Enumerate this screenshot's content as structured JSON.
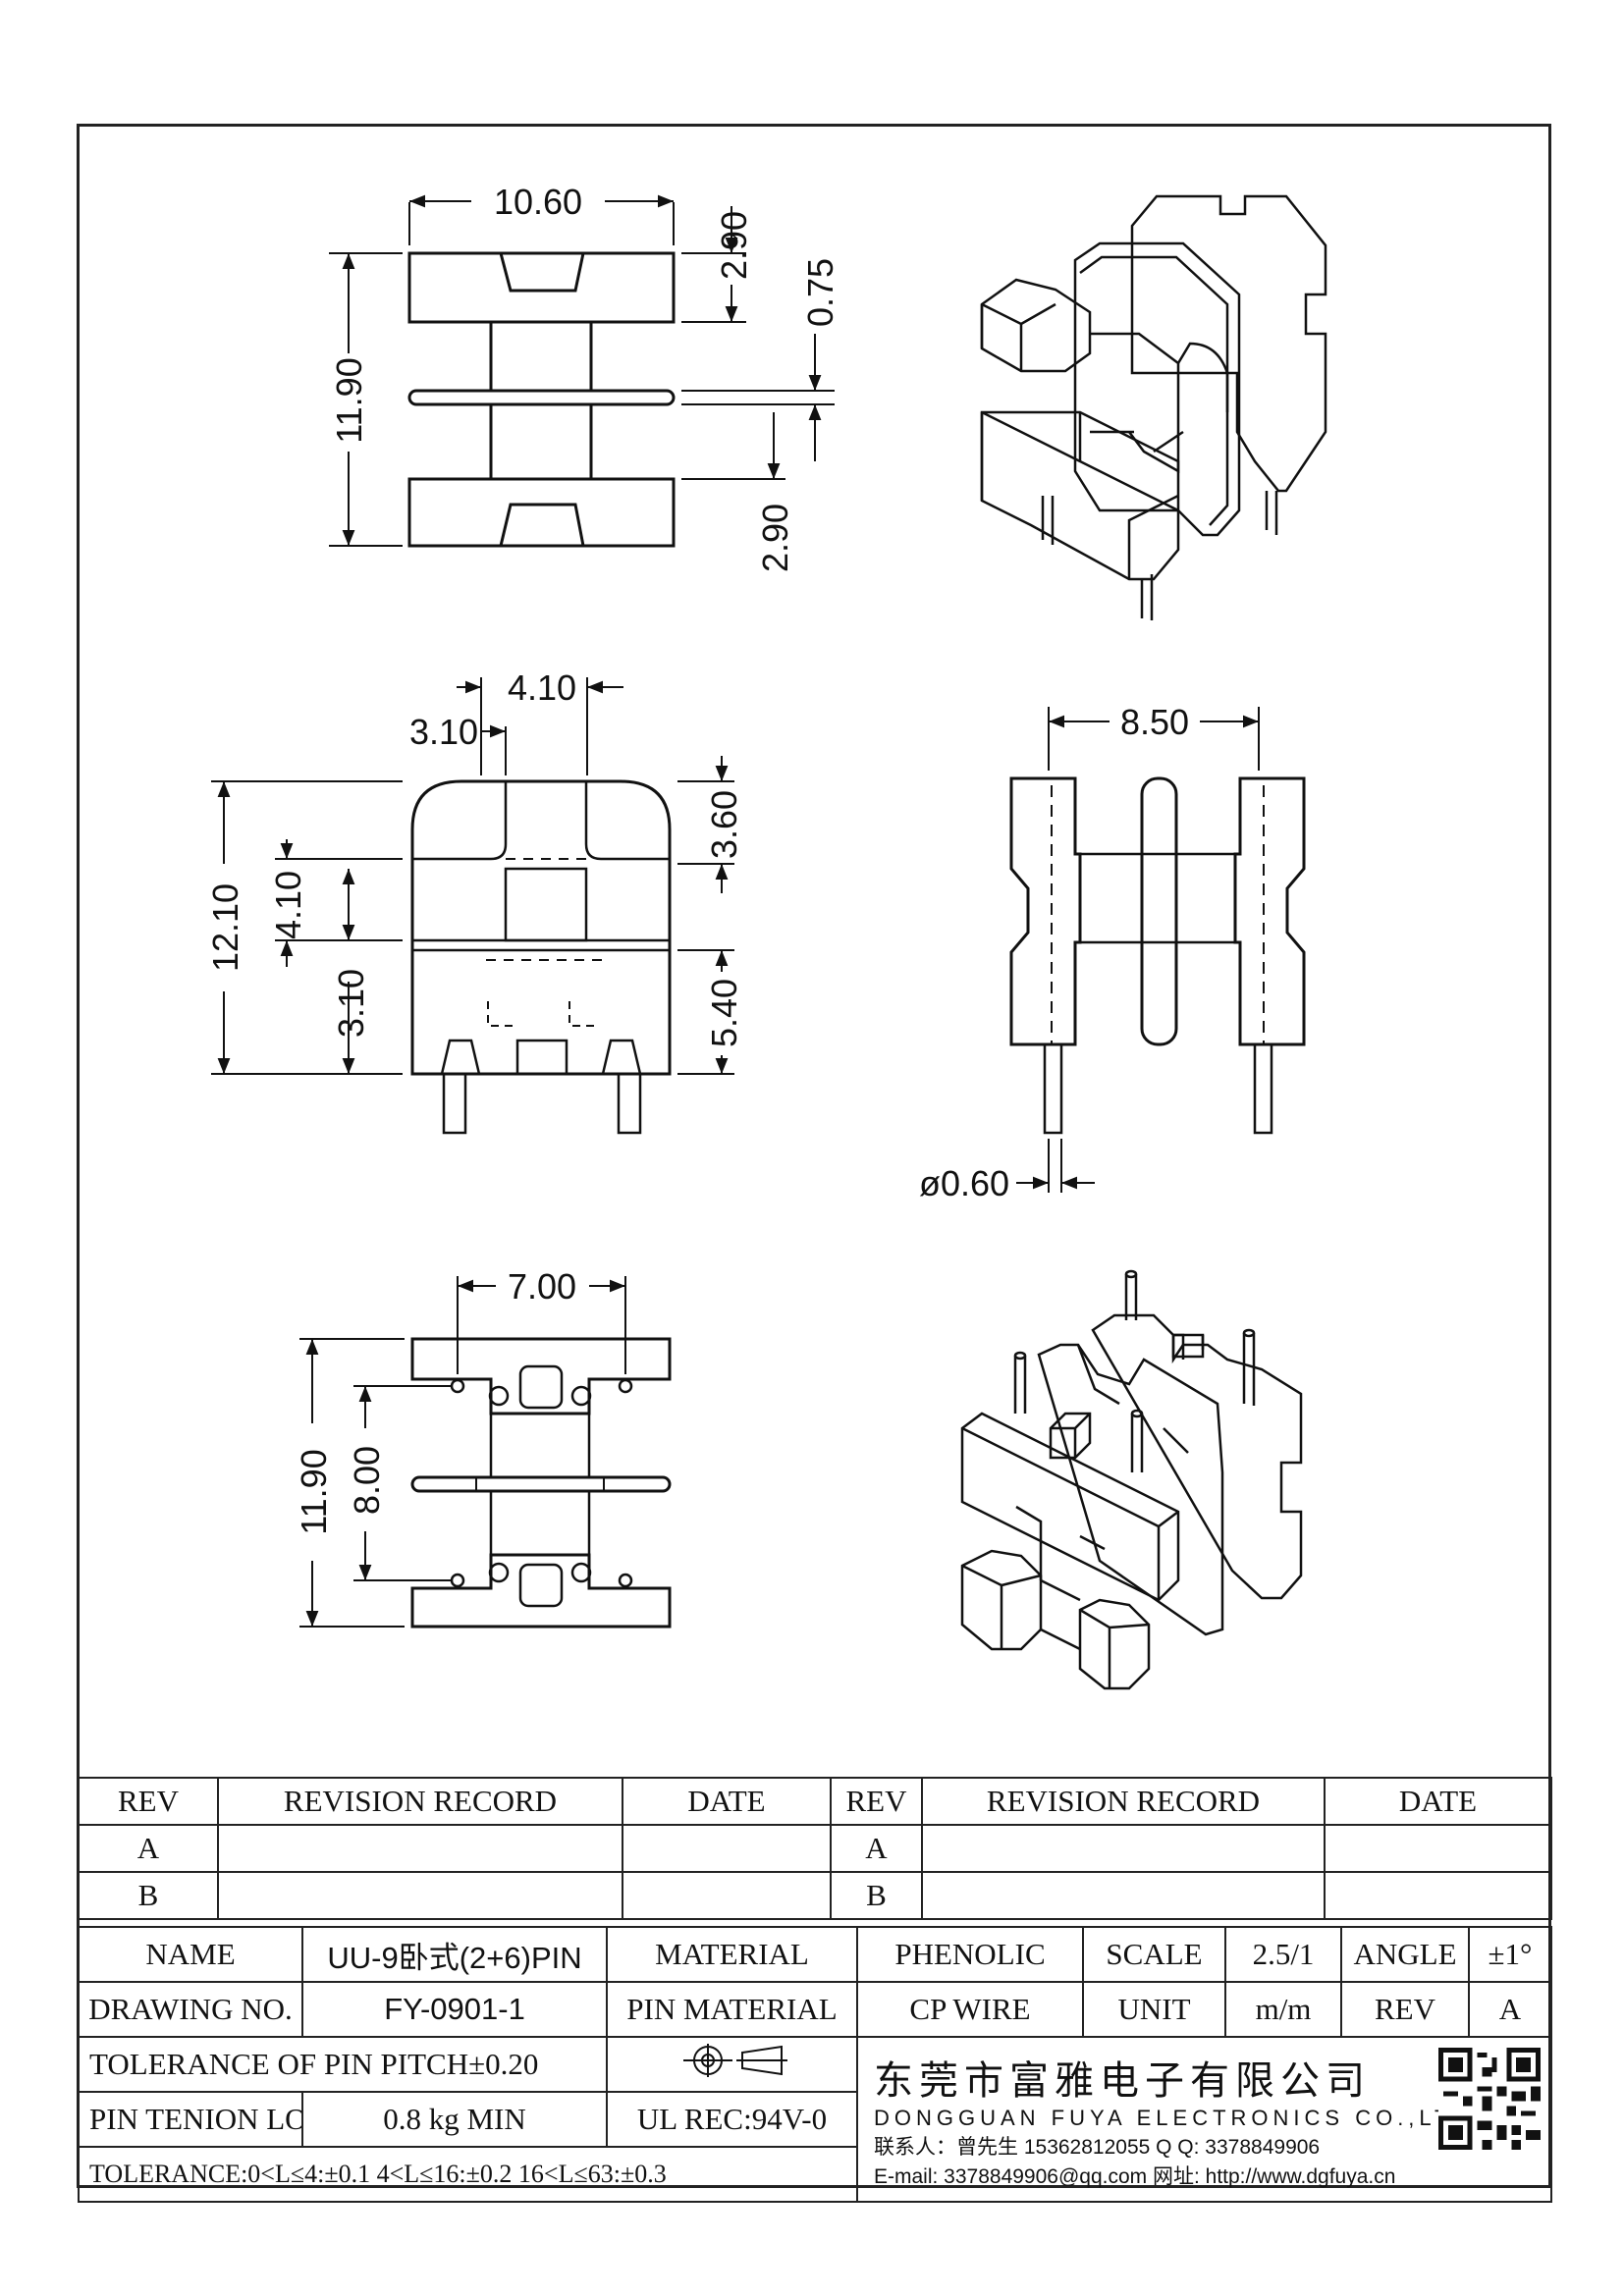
{
  "dimensions": {
    "top_front": {
      "width": "10.60",
      "height": "11.90",
      "flange_top": "2.90",
      "center_flange": "0.75",
      "flange_bottom": "2.90"
    },
    "side_view": {
      "top_width": "4.10",
      "inner_width": "3.10",
      "height": "12.10",
      "upper_h": "4.10",
      "slot_h": "3.10",
      "top_h": "3.60",
      "bottom_h": "5.40"
    },
    "end_view": {
      "width": "8.50",
      "pin_diameter": "ø0.60"
    },
    "bottom_view": {
      "pin_pitch": "7.00",
      "height": "11.90",
      "pin_row": "8.00"
    }
  },
  "revision_table": {
    "headers": [
      "REV",
      "REVISION RECORD",
      "DATE",
      "REV",
      "REVISION RECORD",
      "DATE"
    ],
    "rows": [
      [
        "A",
        "",
        "",
        "A",
        "",
        ""
      ],
      [
        "B",
        "",
        "",
        "B",
        "",
        ""
      ]
    ]
  },
  "title_block": {
    "name_label": "NAME",
    "name_value": "UU-9卧式(2+6)PIN",
    "material_label": "MATERIAL",
    "material_value": "PHENOLIC",
    "scale_label": "SCALE",
    "scale_value": "2.5/1",
    "angle_label": "ANGLE",
    "angle_value": "±1°",
    "drawing_no_label": "DRAWING NO.",
    "drawing_no_value": "FY-0901-1",
    "pin_material_label": "PIN MATERIAL",
    "pin_material_value": "CP WIRE",
    "unit_label": "UNIT",
    "unit_value": "m/m",
    "rev_label": "REV",
    "rev_value": "A",
    "pin_pitch_tol": "TOLERANCE OF PIN PITCH±0.20",
    "pin_tension": "PIN TENION LOAD",
    "pin_tension_value": "0.8 kg MIN",
    "ul_rec": "UL REC:94V-0",
    "tolerance": "TOLERANCE:0<L≤4:±0.1  4<L≤16:±0.2  16<L≤63:±0.3"
  },
  "company": {
    "name_cn": "东莞市富雅电子有限公司",
    "name_en": "DONGGUAN FUYA ELECTRONICS CO.,LTD",
    "contact": "联系人：曾先生 15362812055   Q Q: 3378849906",
    "email_web": "E-mail: 3378849906@qq.com  网址: http://www.dgfuya.cn"
  }
}
